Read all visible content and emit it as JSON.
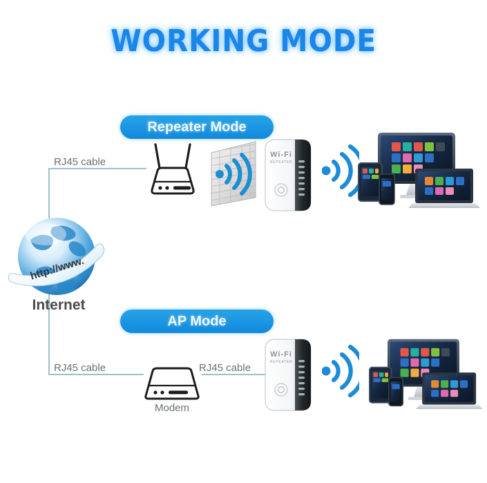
{
  "page": {
    "title": "WORKING MODE",
    "background_color": "#ffffff",
    "accent_color": "#1a86ea",
    "line_color": "#9cc0c6"
  },
  "modes": [
    {
      "id": "repeater",
      "label": "Repeater Mode"
    },
    {
      "id": "ap",
      "label": "AP Mode"
    }
  ],
  "internet": {
    "label": "Internet",
    "banner_text": "http://www.",
    "icon": "globe-icon"
  },
  "repeater_row": {
    "cable_label": "RJ45 cable",
    "router": {
      "icon": "wireless-router-icon"
    },
    "wall": {
      "icon": "wifi-through-wall-icon"
    },
    "extender": {
      "brand": "Wi-Fi",
      "sub": "REPEATER",
      "icon": "wifi-repeater-icon"
    },
    "wifi": {
      "icon": "wifi-signal-icon"
    },
    "devices": {
      "icon": "devices-cluster-icon"
    }
  },
  "ap_row": {
    "cable_label_left": "RJ45 cable",
    "cable_label_right": "RJ45 cable",
    "modem": {
      "label": "Modem",
      "icon": "modem-icon"
    },
    "extender": {
      "brand": "Wi-Fi",
      "sub": "REPEATER",
      "icon": "wifi-repeater-icon"
    },
    "wifi": {
      "icon": "wifi-signal-icon"
    },
    "devices": {
      "icon": "devices-cluster-icon"
    }
  }
}
